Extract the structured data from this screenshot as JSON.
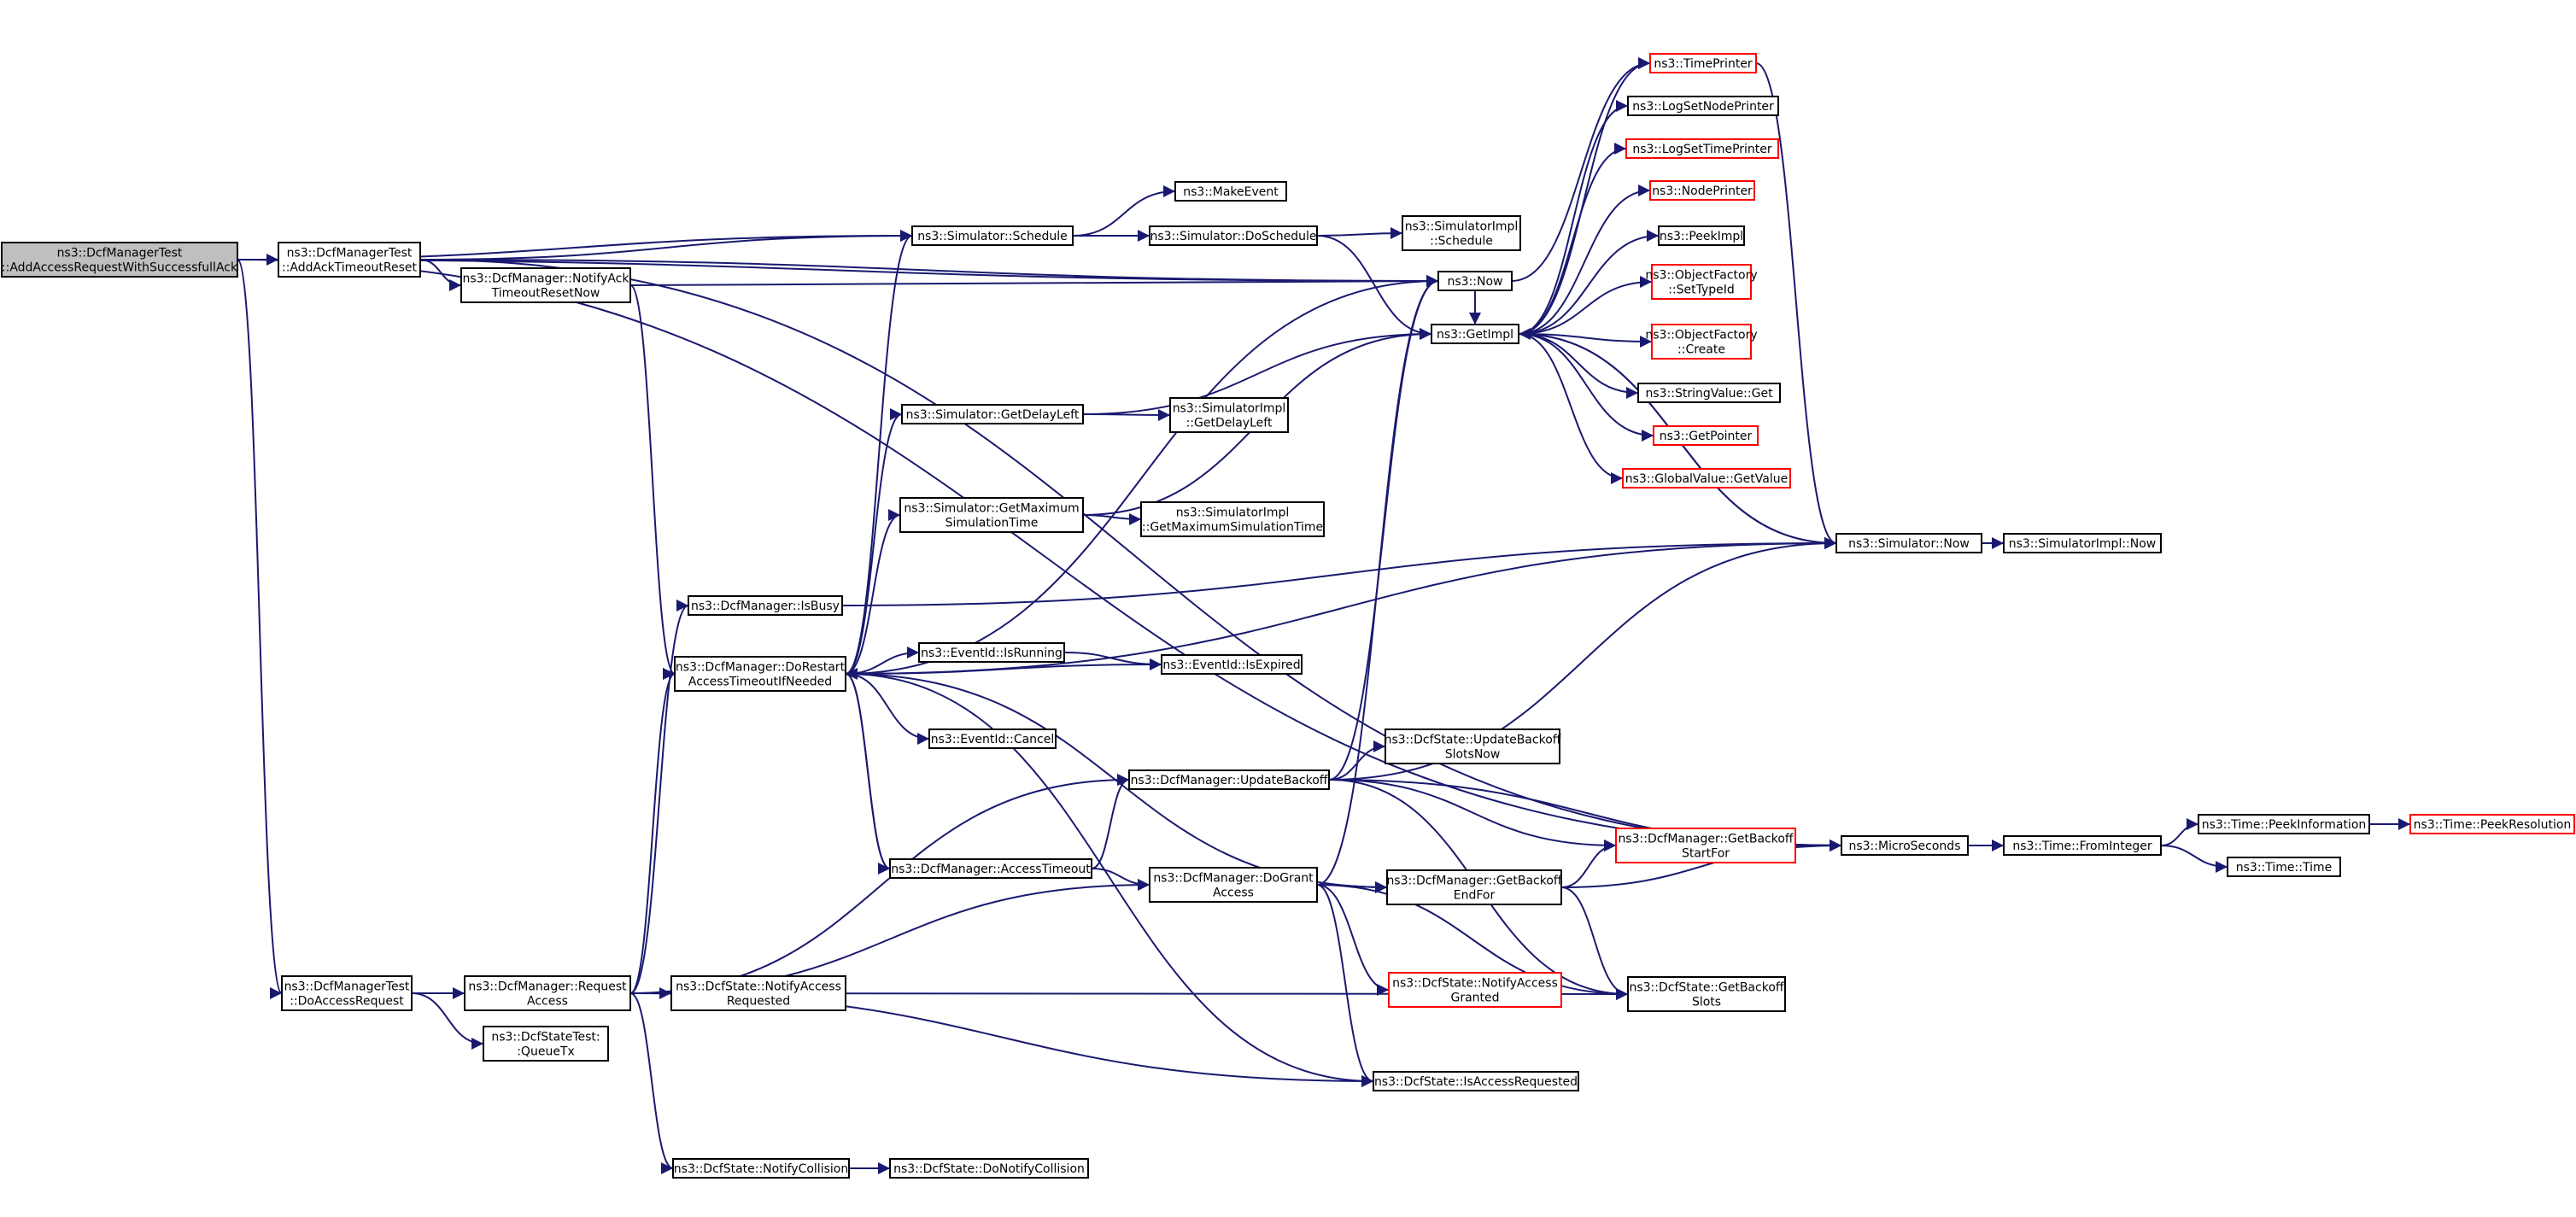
{
  "diagram": {
    "nodes": [
      {
        "id": "root",
        "lines": [
          "ns3::DcfManagerTest",
          "::AddAccessRequestWithSuccessfullAck"
        ],
        "root": true
      },
      {
        "id": "addAckTimeoutReset",
        "lines": [
          "ns3::DcfManagerTest",
          "::AddAckTimeoutReset"
        ]
      },
      {
        "id": "doAccessRequest",
        "lines": [
          "ns3::DcfManagerTest",
          "::DoAccessRequest"
        ]
      },
      {
        "id": "notifyAckTimeoutResetNow",
        "lines": [
          "ns3::DcfManager::NotifyAck",
          "TimeoutResetNow"
        ]
      },
      {
        "id": "requestAccess",
        "lines": [
          "ns3::DcfManager::Request",
          "Access"
        ]
      },
      {
        "id": "queueTx",
        "lines": [
          "ns3::DcfStateTest:",
          ":QueueTx"
        ]
      },
      {
        "id": "isBusy",
        "lines": [
          "ns3::DcfManager::IsBusy"
        ]
      },
      {
        "id": "doRestart",
        "lines": [
          "ns3::DcfManager::DoRestart",
          "AccessTimeoutIfNeeded"
        ]
      },
      {
        "id": "notifyCollision",
        "lines": [
          "ns3::DcfState::NotifyCollision"
        ]
      },
      {
        "id": "doNotifyCollision",
        "lines": [
          "ns3::DcfState::DoNotifyCollision"
        ]
      },
      {
        "id": "notifyAccessRequested",
        "lines": [
          "ns3::DcfState::NotifyAccess",
          "Requested"
        ]
      },
      {
        "id": "schedule",
        "lines": [
          "ns3::Simulator::Schedule"
        ]
      },
      {
        "id": "getDelayLeft",
        "lines": [
          "ns3::Simulator::GetDelayLeft"
        ]
      },
      {
        "id": "getMaxSimTime",
        "lines": [
          "ns3::Simulator::GetMaximum",
          "SimulationTime"
        ]
      },
      {
        "id": "eventIsRunning",
        "lines": [
          "ns3::EventId::IsRunning"
        ]
      },
      {
        "id": "eventCancel",
        "lines": [
          "ns3::EventId::Cancel"
        ]
      },
      {
        "id": "accessTimeout",
        "lines": [
          "ns3::DcfManager::AccessTimeout"
        ]
      },
      {
        "id": "makeEvent",
        "lines": [
          "ns3::MakeEvent"
        ]
      },
      {
        "id": "doSchedule",
        "lines": [
          "ns3::Simulator::DoSchedule"
        ]
      },
      {
        "id": "implGetDelayLeft",
        "lines": [
          "ns3::SimulatorImpl",
          "::GetDelayLeft"
        ]
      },
      {
        "id": "implGetMaxSimTime",
        "lines": [
          "ns3::SimulatorImpl",
          "::GetMaximumSimulationTime"
        ]
      },
      {
        "id": "eventIsExpired",
        "lines": [
          "ns3::EventId::IsExpired"
        ]
      },
      {
        "id": "updateBackoff",
        "lines": [
          "ns3::DcfManager::UpdateBackoff"
        ]
      },
      {
        "id": "doGrantAccess",
        "lines": [
          "ns3::DcfManager::DoGrant",
          "Access"
        ]
      },
      {
        "id": "implSchedule",
        "lines": [
          "ns3::SimulatorImpl",
          "::Schedule"
        ]
      },
      {
        "id": "now",
        "lines": [
          "ns3::Now"
        ]
      },
      {
        "id": "getImpl",
        "lines": [
          "ns3::GetImpl"
        ]
      },
      {
        "id": "updateBackoffSlotsNow",
        "lines": [
          "ns3::DcfState::UpdateBackoff",
          "SlotsNow"
        ]
      },
      {
        "id": "getBackoffEndFor",
        "lines": [
          "ns3::DcfManager::GetBackoff",
          "EndFor"
        ]
      },
      {
        "id": "notifyAccessGranted",
        "lines": [
          "ns3::DcfState::NotifyAccess",
          "Granted"
        ],
        "trunc": true
      },
      {
        "id": "isAccessRequested",
        "lines": [
          "ns3::DcfState::IsAccessRequested"
        ]
      },
      {
        "id": "getBackoffStartFor",
        "lines": [
          "ns3::DcfManager::GetBackoff",
          "StartFor"
        ],
        "trunc": true
      },
      {
        "id": "timePrinter",
        "lines": [
          "ns3::TimePrinter"
        ],
        "trunc": true
      },
      {
        "id": "logSetNodePrinter",
        "lines": [
          "ns3::LogSetNodePrinter"
        ]
      },
      {
        "id": "logSetTimePrinter",
        "lines": [
          "ns3::LogSetTimePrinter"
        ],
        "trunc": true
      },
      {
        "id": "nodePrinter",
        "lines": [
          "ns3::NodePrinter"
        ],
        "trunc": true
      },
      {
        "id": "peekImpl",
        "lines": [
          "ns3::PeekImpl"
        ]
      },
      {
        "id": "setTypeId",
        "lines": [
          "ns3::ObjectFactory",
          "::SetTypeId"
        ],
        "trunc": true
      },
      {
        "id": "ofCreate",
        "lines": [
          "ns3::ObjectFactory",
          "::Create"
        ],
        "trunc": true
      },
      {
        "id": "stringValueGet",
        "lines": [
          "ns3::StringValue::Get"
        ]
      },
      {
        "id": "getPointer",
        "lines": [
          "ns3::GetPointer"
        ],
        "trunc": true
      },
      {
        "id": "globalValueGetValue",
        "lines": [
          "ns3::GlobalValue::GetValue"
        ],
        "trunc": true
      },
      {
        "id": "getBackoffSlots",
        "lines": [
          "ns3::DcfState::GetBackoff",
          "Slots"
        ]
      },
      {
        "id": "simulatorNow",
        "lines": [
          "ns3::Simulator::Now"
        ]
      },
      {
        "id": "microSeconds",
        "lines": [
          "ns3::MicroSeconds"
        ]
      },
      {
        "id": "implNow",
        "lines": [
          "ns3::SimulatorImpl::Now"
        ]
      },
      {
        "id": "fromInteger",
        "lines": [
          "ns3::Time::FromInteger"
        ]
      },
      {
        "id": "peekInformation",
        "lines": [
          "ns3::Time::PeekInformation"
        ]
      },
      {
        "id": "timeTime",
        "lines": [
          "ns3::Time::Time"
        ]
      },
      {
        "id": "peekResolution",
        "lines": [
          "ns3::Time::PeekResolution"
        ],
        "trunc": true
      }
    ],
    "edges": [
      [
        "root",
        "addAckTimeoutReset"
      ],
      [
        "root",
        "schedule"
      ],
      [
        "root",
        "now"
      ],
      [
        "root",
        "doAccessRequest"
      ],
      [
        "root",
        "microSeconds"
      ],
      [
        "addAckTimeoutReset",
        "schedule"
      ],
      [
        "addAckTimeoutReset",
        "notifyAckTimeoutResetNow"
      ],
      [
        "addAckTimeoutReset",
        "now"
      ],
      [
        "addAckTimeoutReset",
        "microSeconds"
      ],
      [
        "notifyAckTimeoutResetNow",
        "now"
      ],
      [
        "notifyAckTimeoutResetNow",
        "doRestart"
      ],
      [
        "doAccessRequest",
        "requestAccess"
      ],
      [
        "doAccessRequest",
        "queueTx"
      ],
      [
        "requestAccess",
        "isBusy"
      ],
      [
        "requestAccess",
        "doRestart"
      ],
      [
        "requestAccess",
        "notifyAccessRequested"
      ],
      [
        "requestAccess",
        "updateBackoff"
      ],
      [
        "requestAccess",
        "doGrantAccess"
      ],
      [
        "requestAccess",
        "isAccessRequested"
      ],
      [
        "requestAccess",
        "getBackoffSlots"
      ],
      [
        "requestAccess",
        "notifyCollision"
      ],
      [
        "isBusy",
        "simulatorNow"
      ],
      [
        "doRestart",
        "schedule"
      ],
      [
        "doRestart",
        "getDelayLeft"
      ],
      [
        "doRestart",
        "getMaxSimTime"
      ],
      [
        "doRestart",
        "eventIsRunning"
      ],
      [
        "doRestart",
        "eventIsExpired"
      ],
      [
        "doRestart",
        "eventCancel"
      ],
      [
        "doRestart",
        "accessTimeout"
      ],
      [
        "doRestart",
        "now"
      ],
      [
        "doRestart",
        "simulatorNow"
      ],
      [
        "doRestart",
        "getBackoffEndFor"
      ],
      [
        "doRestart",
        "isAccessRequested"
      ],
      [
        "accessTimeout",
        "updateBackoff"
      ],
      [
        "accessTimeout",
        "doGrantAccess"
      ],
      [
        "accessTimeout",
        "doRestart"
      ],
      [
        "schedule",
        "makeEvent"
      ],
      [
        "schedule",
        "doSchedule"
      ],
      [
        "doSchedule",
        "implSchedule"
      ],
      [
        "doSchedule",
        "getImpl"
      ],
      [
        "getDelayLeft",
        "implGetDelayLeft"
      ],
      [
        "getDelayLeft",
        "getImpl"
      ],
      [
        "getMaxSimTime",
        "implGetMaxSimTime"
      ],
      [
        "getMaxSimTime",
        "getImpl"
      ],
      [
        "eventIsRunning",
        "eventIsExpired"
      ],
      [
        "updateBackoff",
        "updateBackoffSlotsNow"
      ],
      [
        "updateBackoff",
        "getBackoffStartFor"
      ],
      [
        "updateBackoff",
        "microSeconds"
      ],
      [
        "updateBackoff",
        "now"
      ],
      [
        "updateBackoff",
        "simulatorNow"
      ],
      [
        "updateBackoff",
        "getBackoffSlots"
      ],
      [
        "doGrantAccess",
        "getBackoffEndFor"
      ],
      [
        "doGrantAccess",
        "notifyAccessGranted"
      ],
      [
        "doGrantAccess",
        "isAccessRequested"
      ],
      [
        "doGrantAccess",
        "getBackoffSlots"
      ],
      [
        "doGrantAccess",
        "now"
      ],
      [
        "getBackoffEndFor",
        "getBackoffStartFor"
      ],
      [
        "getBackoffEndFor",
        "microSeconds"
      ],
      [
        "getBackoffEndFor",
        "getBackoffSlots"
      ],
      [
        "getBackoffStartFor",
        "microSeconds"
      ],
      [
        "notifyCollision",
        "doNotifyCollision"
      ],
      [
        "now",
        "getImpl"
      ],
      [
        "now",
        "timePrinter"
      ],
      [
        "getImpl",
        "timePrinter"
      ],
      [
        "getImpl",
        "logSetNodePrinter"
      ],
      [
        "getImpl",
        "logSetTimePrinter"
      ],
      [
        "getImpl",
        "nodePrinter"
      ],
      [
        "getImpl",
        "peekImpl"
      ],
      [
        "getImpl",
        "setTypeId"
      ],
      [
        "getImpl",
        "ofCreate"
      ],
      [
        "getImpl",
        "stringValueGet"
      ],
      [
        "getImpl",
        "getPointer"
      ],
      [
        "getImpl",
        "globalValueGetValue"
      ],
      [
        "getImpl",
        "simulatorNow"
      ],
      [
        "timePrinter",
        "simulatorNow"
      ],
      [
        "simulatorNow",
        "implNow"
      ],
      [
        "simulatorNow",
        "getImpl"
      ],
      [
        "microSeconds",
        "fromInteger"
      ],
      [
        "fromInteger",
        "peekInformation"
      ],
      [
        "fromInteger",
        "timeTime"
      ],
      [
        "peekInformation",
        "peekResolution"
      ]
    ]
  },
  "colors": {
    "edge": "#191970",
    "box_stroke": "#000000",
    "truncated_stroke": "#ff0000",
    "root_fill": "#bfbfbf",
    "box_fill": "#ffffff"
  }
}
